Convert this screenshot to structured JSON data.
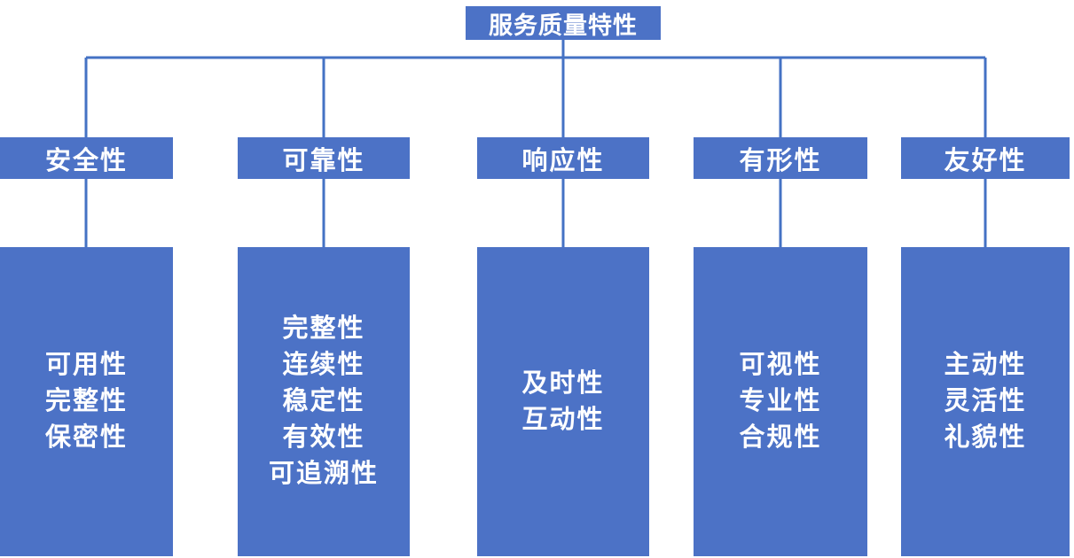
{
  "diagram": {
    "root": {
      "label": "服务质量特性"
    },
    "branches": [
      {
        "label": "安全性",
        "items": [
          "可用性",
          "完整性",
          "保密性"
        ]
      },
      {
        "label": "可靠性",
        "items": [
          "完整性",
          "连续性",
          "稳定性",
          "有效性",
          "可追溯性"
        ]
      },
      {
        "label": "响应性",
        "items": [
          "及时性",
          "互动性"
        ]
      },
      {
        "label": "有形性",
        "items": [
          "可视性",
          "专业性",
          "合规性"
        ]
      },
      {
        "label": "友好性",
        "items": [
          "主动性",
          "灵活性",
          "礼貌性"
        ]
      }
    ],
    "colors": {
      "node_fill": "#4C72C6",
      "connector_line": "#4472C4",
      "text": "#FFFFFF",
      "background": "#FFFFFF"
    }
  }
}
